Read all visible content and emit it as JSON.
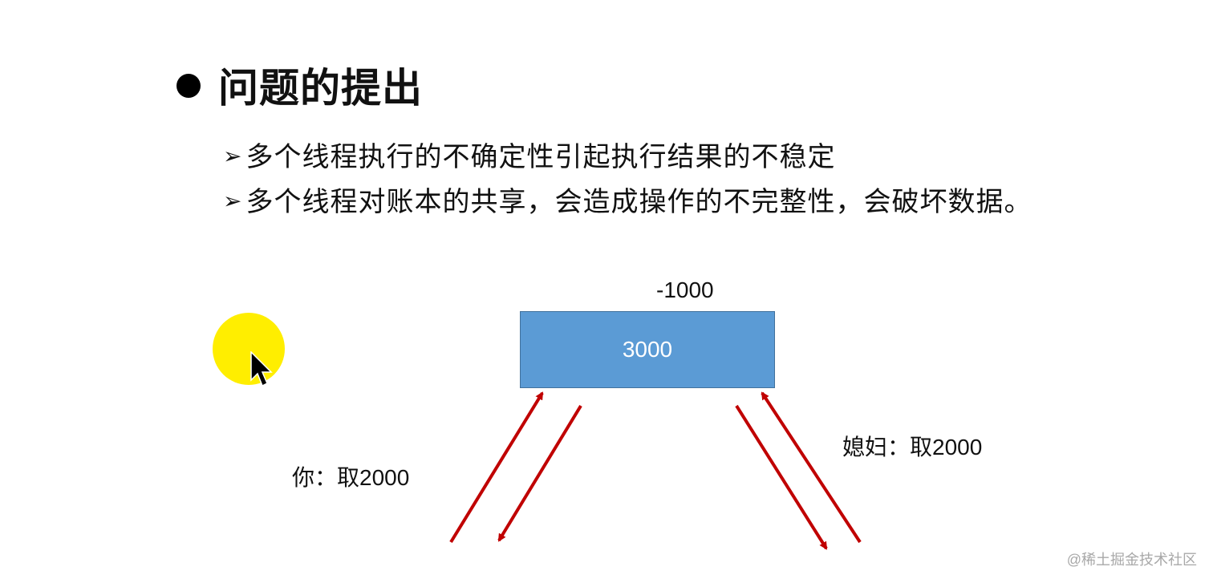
{
  "slide": {
    "title": "问题的提出",
    "points": [
      {
        "marker": "➢",
        "text": "多个线程执行的不确定性引起执行结果的不稳定"
      },
      {
        "marker": "➢",
        "text": "多个线程对账本的共享，会造成操作的不完整性，会破坏数据。"
      }
    ]
  },
  "diagram": {
    "delta_label": "-1000",
    "account_value": "3000",
    "left_actor_label": "你：取2000",
    "right_actor_label": "媳妇：取2000",
    "colors": {
      "box_fill": "#5b9bd5",
      "arrow": "#c00000",
      "highlight": "#ffee00"
    }
  },
  "watermark": "@稀土掘金技术社区"
}
